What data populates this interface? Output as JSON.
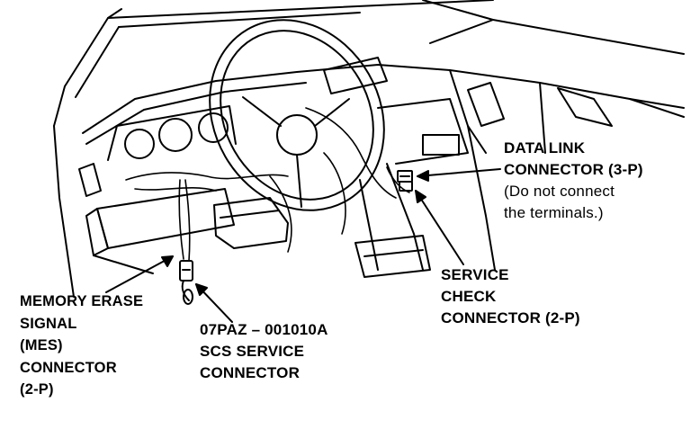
{
  "labels": {
    "mes_connector": [
      "MEMORY ERASE",
      "SIGNAL",
      "(MES)",
      "CONNECTOR",
      "(2-P)"
    ],
    "scs_connector": [
      "07PAZ – 001010A",
      "SCS SERVICE",
      "CONNECTOR"
    ],
    "data_link_connector": [
      "DATA LINK",
      "CONNECTOR (3-P)"
    ],
    "data_link_note": [
      "(Do not connect",
      "the terminals.)"
    ],
    "service_check_connector": [
      "SERVICE",
      "CHECK",
      "CONNECTOR (2-P)"
    ]
  },
  "colors": {
    "ink": "#000000",
    "paper": "#ffffff"
  }
}
